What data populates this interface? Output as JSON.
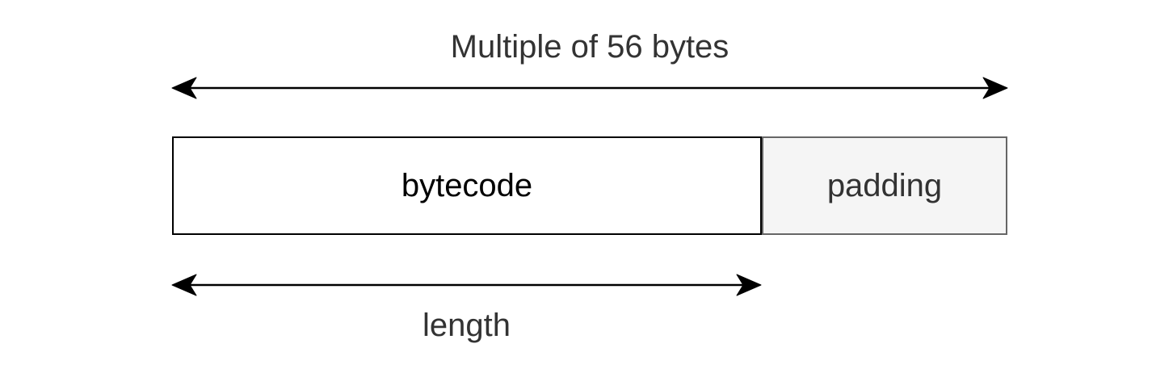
{
  "diagram": {
    "title": "Multiple of 56 bytes",
    "segments": [
      {
        "label": "bytecode",
        "fill": "#ffffff",
        "border_color": "#000000",
        "text_color": "#000000"
      },
      {
        "label": "padding",
        "fill": "#f5f5f5",
        "border_color": "#666666",
        "text_color": "#333333"
      }
    ],
    "length_label": "length",
    "arrow_color": "#000000",
    "background": "#ffffff"
  }
}
